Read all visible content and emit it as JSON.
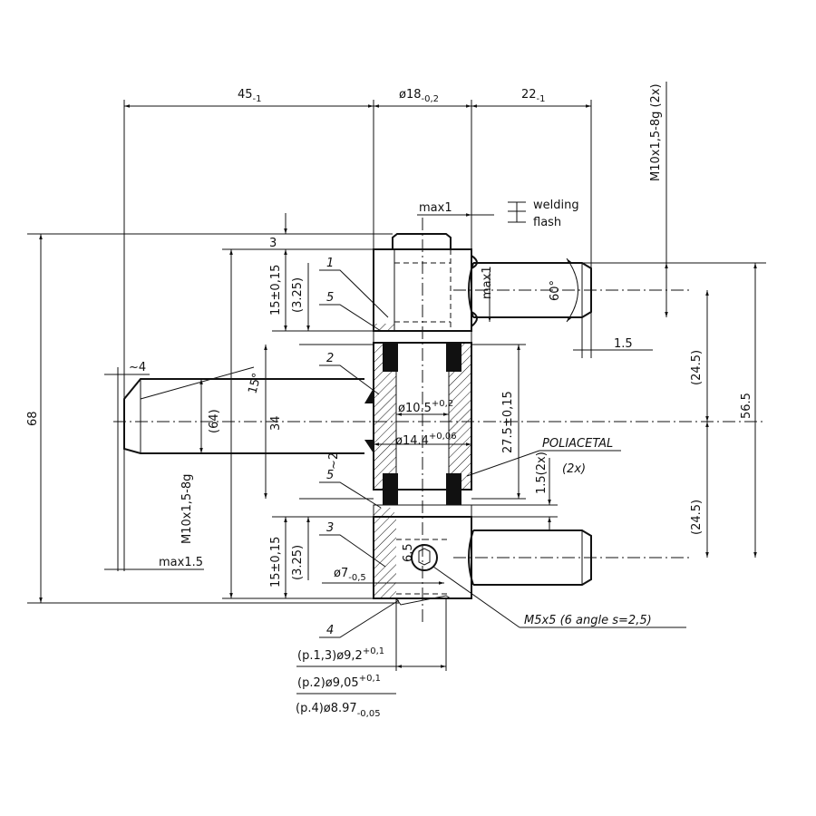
{
  "dims": {
    "d45": {
      "main": "45",
      "sub": "-1"
    },
    "d18": {
      "main": "ø18",
      "sub": "-0,2"
    },
    "d22": {
      "main": "22",
      "sub": "-1"
    },
    "thread_2x": "M10x1,5-8g (2x)",
    "max1": "max1",
    "weld1": "welding",
    "weld2": "flash",
    "d3_top": "3",
    "d15_top": "15±0,15",
    "d325_top": "(3.25)",
    "max1_small": "max1",
    "angle60": "60°",
    "d15": "1.5",
    "d245_top": "(24.5)",
    "d565": "56.5",
    "d68": "68",
    "approx4": "~4",
    "angle15": "15°",
    "d64": "(64)",
    "d34": "34",
    "d105": {
      "main": "ø10.5",
      "sup": "+0,2"
    },
    "d144": {
      "main": "ø14.4",
      "sup": "+0,06"
    },
    "d275": "27.5±0,15",
    "d15_2x": "1.5(2x)",
    "approx2": "~2",
    "d245_bot": "(24.5)",
    "thread_left": "M10x1,5-8g",
    "max15": "max1.5",
    "d15_bot": "15±0,15",
    "d325_bot": "(3.25)",
    "d7": {
      "main": "ø7",
      "sub": "-0,5"
    },
    "d65": "6.5",
    "p13": {
      "main": "(p.1,3)ø9,2",
      "sup": "+0,1"
    },
    "p2": {
      "main": "(p.2)ø9,05",
      "sup": "+0,1"
    },
    "p4": {
      "main": "(p.4)ø8.97",
      "sub": "-0,05"
    }
  },
  "callouts": {
    "c1": "1",
    "c5a": "5",
    "c2": "2",
    "c5b": "5",
    "c3": "3",
    "c4": "4",
    "material": "POLIACETAL",
    "material_qty": "(2x)",
    "screw": "M5x5  (6  angle  s=2,5)"
  }
}
